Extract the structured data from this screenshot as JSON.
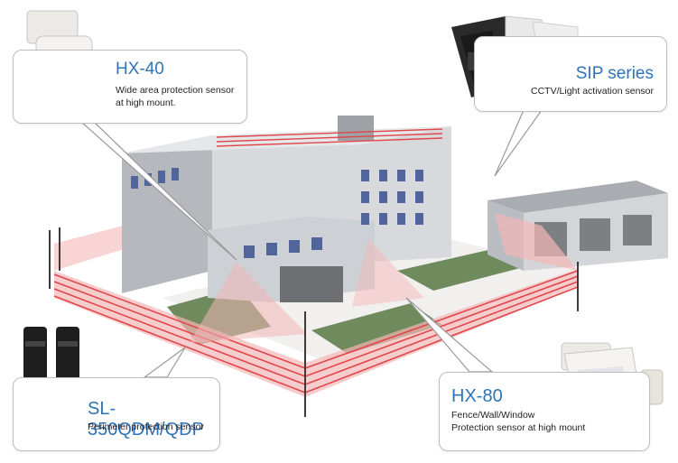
{
  "callouts": {
    "hx40": {
      "title": "HX-40",
      "desc_line1": "Wide area protection sensor",
      "desc_line2": "at high mount."
    },
    "sip": {
      "title": "SIP series",
      "desc": "CCTV/Light activation sensor"
    },
    "sl": {
      "title": "SL-350QDM/QDP",
      "desc": "Perimeter protection sensor"
    },
    "hx80": {
      "title": "HX-80",
      "desc_line1": "Fence/Wall/Window",
      "desc_line2": "Protection sensor at high mount"
    }
  },
  "colors": {
    "title_blue": "#2f73b8",
    "beam_red": "#e0474b",
    "detection_zone": "#f3b7b7",
    "building_gray": "#c4c7cc",
    "lawn_green": "#6f8a5c"
  },
  "icons": {
    "hx40": "hx40-sensor-icon",
    "sip": "sip-camera-sensor-icon",
    "sl": "beam-sensor-pair-icon",
    "hx80": "hx80-sensor-icon"
  }
}
